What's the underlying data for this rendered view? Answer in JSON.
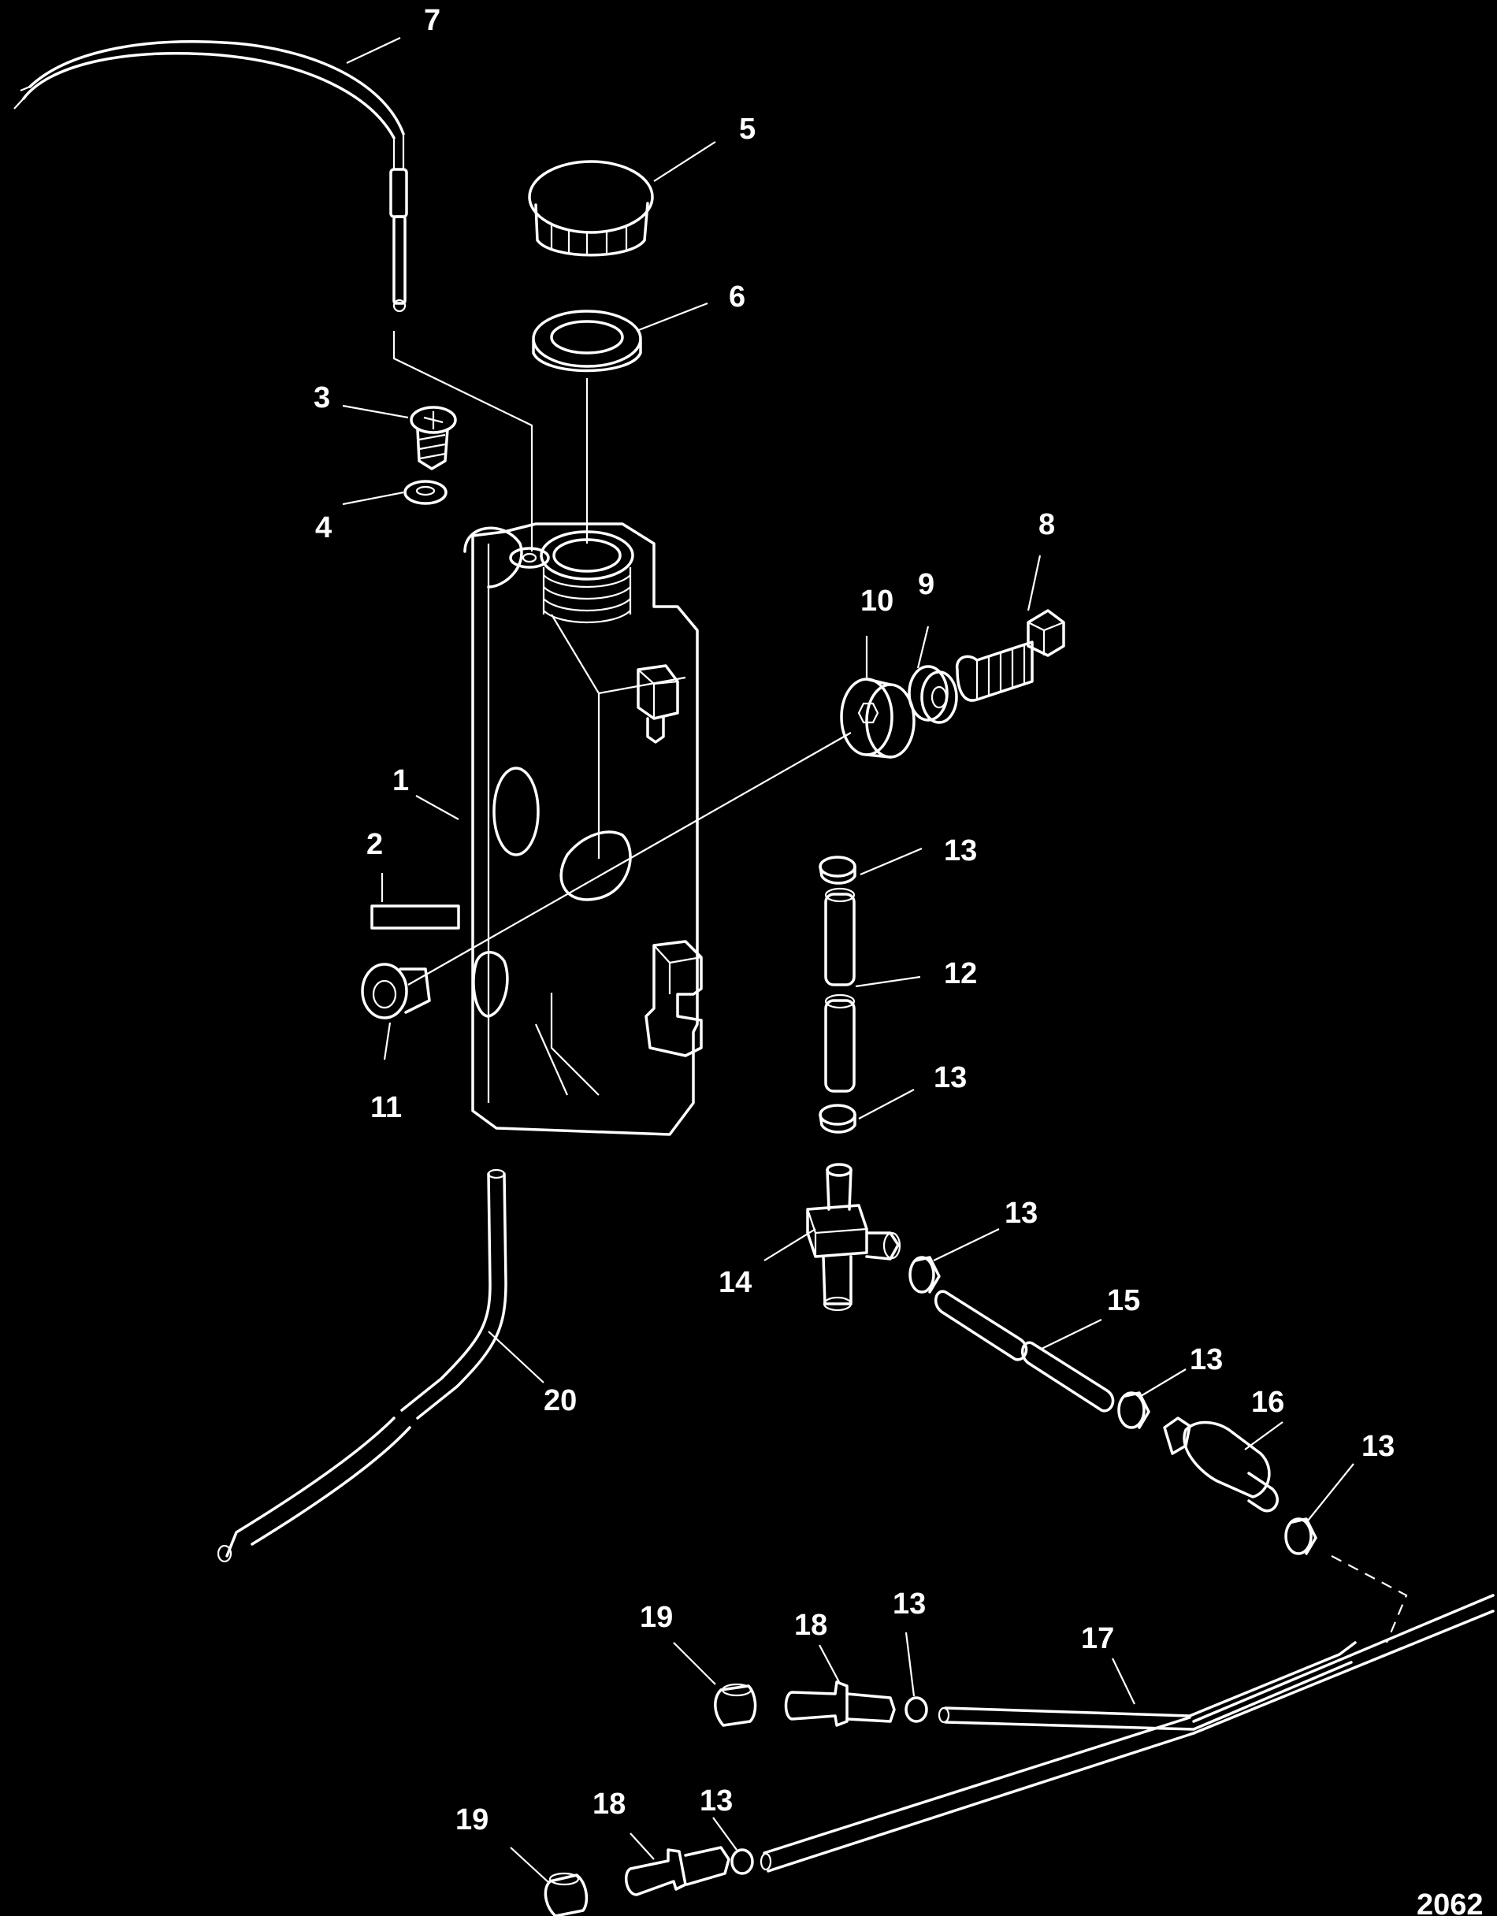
{
  "diagram": {
    "callouts": [
      "1",
      "2",
      "3",
      "4",
      "5",
      "6",
      "7",
      "8",
      "9",
      "10",
      "11",
      "12",
      "13",
      "14",
      "15",
      "16",
      "17",
      "18",
      "19",
      "20"
    ],
    "figure_number": "2062"
  }
}
